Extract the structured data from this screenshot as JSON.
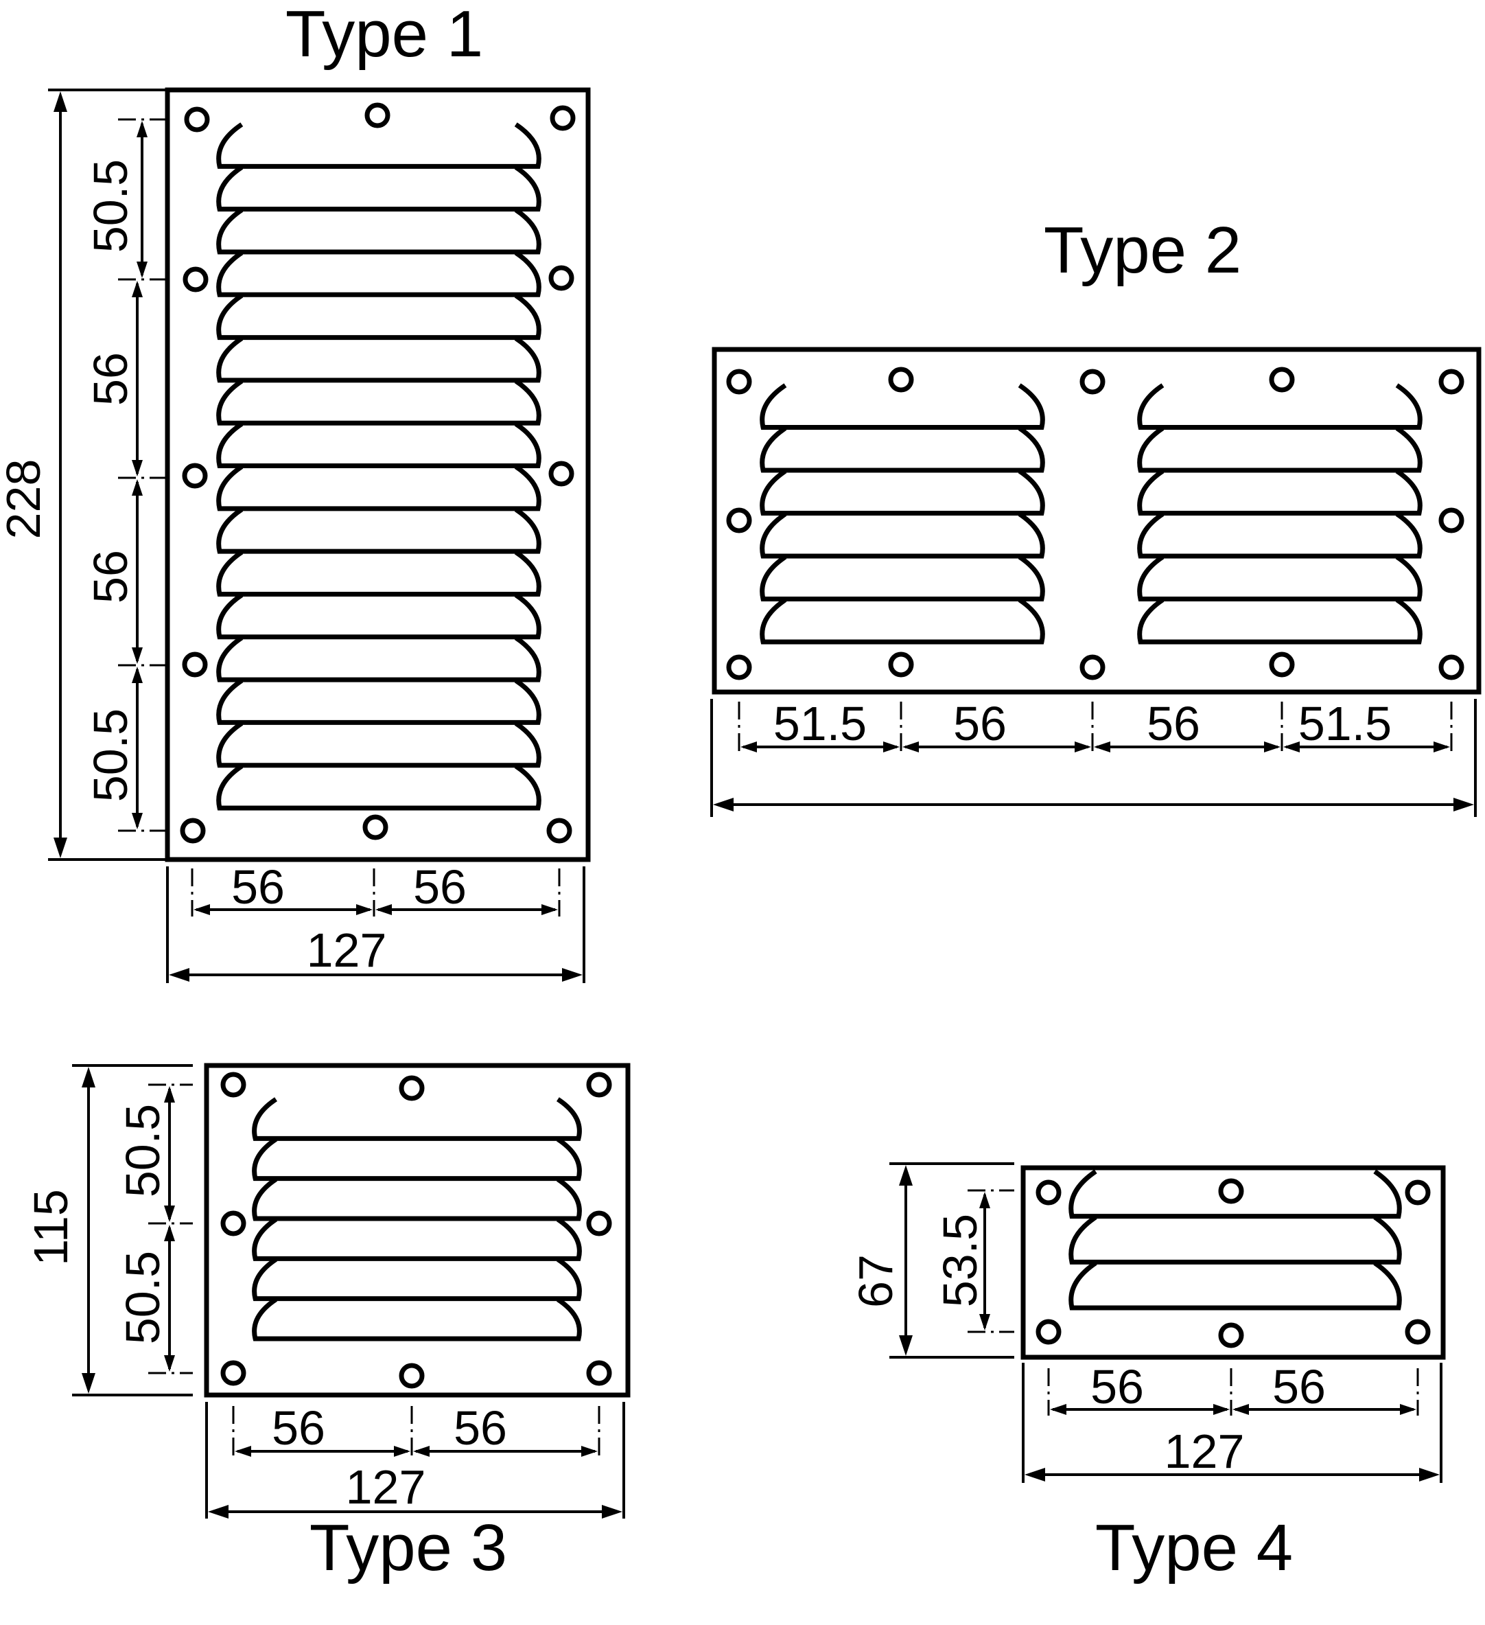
{
  "diagrams": [
    {
      "id": "type1",
      "title": "Type 1",
      "overall_height": "228",
      "vertical_spacing": [
        "50.5",
        "56",
        "56",
        "50.5"
      ],
      "hole_spacing_horizontal": [
        "56",
        "56"
      ],
      "overall_width": "127",
      "louver_count": 16
    },
    {
      "id": "type2",
      "title": "Type 2",
      "hole_spacing_horizontal": [
        "51.5",
        "56",
        "56",
        "51.5"
      ],
      "louver_count_per_panel": 6
    },
    {
      "id": "type3",
      "title": "Type 3",
      "overall_height": "115",
      "vertical_spacing": [
        "50.5",
        "50.5"
      ],
      "hole_spacing_horizontal": [
        "56",
        "56"
      ],
      "overall_width": "127",
      "louver_count": 6
    },
    {
      "id": "type4",
      "title": "Type 4",
      "overall_height": "67",
      "vertical_spacing": [
        "53.5"
      ],
      "hole_spacing_horizontal": [
        "56",
        "56"
      ],
      "overall_width": "127",
      "louver_count": 3
    }
  ]
}
